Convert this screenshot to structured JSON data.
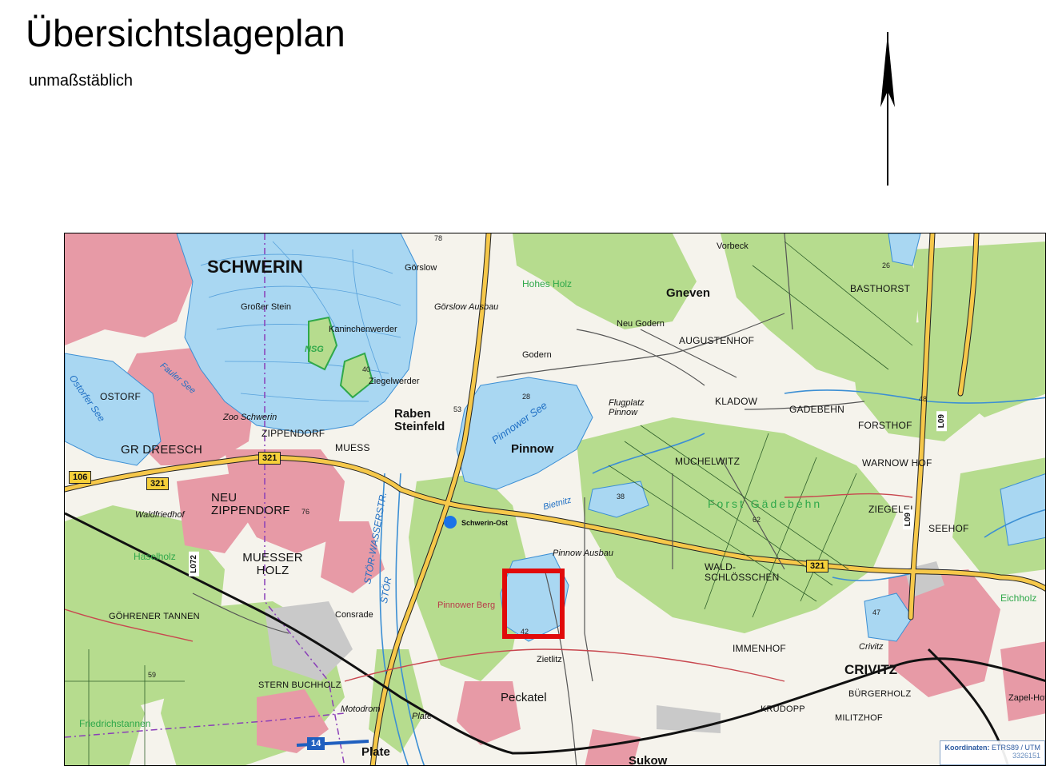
{
  "header": {
    "title": "Übersichtslageplan",
    "subtitle": "unmaßstäblich"
  },
  "north_arrow": {
    "icon": "north-arrow-icon"
  },
  "map": {
    "colors": {
      "water": "#a9d7f2",
      "forest": "#b6dc8e",
      "urban": "#e79aa6",
      "highlight": "#e10a0a",
      "marker": "#1a73e8"
    },
    "places": {
      "schwerin": "SCHWERIN",
      "goerslow": "Görslow",
      "goerslow_ausbau": "Görslow Ausbau",
      "gneven": "Gneven",
      "vorbeck": "Vorbeck",
      "basthorst": "BASTHORST",
      "neu_godern": "Neu Godern",
      "augustenhof": "AUGUSTENHOF",
      "godern": "Godern",
      "kladow": "KLADOW",
      "gadebehn": "GADEBEHN",
      "forsthof": "FORSTHOF",
      "ostorf": "OSTORF",
      "zippendorf": "ZIPPENDORF",
      "muess": "MUESS",
      "raben_steinfeld": "Raben Steinfeld",
      "pinnow": "Pinnow",
      "muchelwitz": "MUCHELWITZ",
      "warnow_hof": "WARNOW HOF",
      "gr_dreesch": "GR DREESCH",
      "neu_zippendorf": "NEU ZIPPENDORF",
      "schwerin_ost": "Schwerin-Ost",
      "ziegelei": "ZIEGELEI",
      "seehof": "SEEHOF",
      "muesser_holz": "MUESSER HOLZ",
      "pinnow_ausbau": "Pinnow Ausbau",
      "wald_schloesschen": "WALD-SCHLÖSSCHEN",
      "goehrener_tannen": "GÖHRENER TANNEN",
      "consrade": "Consrade",
      "pinnower_berg": "Pinnower Berg",
      "immenhof": "IMMENHOF",
      "crivitz": "CRIVITZ",
      "crivitz_small": "Crivitz",
      "zietlitz": "Zietlitz",
      "stern_buchholz": "STERN BUCHHOLZ",
      "peckatel": "Peckatel",
      "buergerholz": "BÜRGERHOLZ",
      "zapel_hof": "Zapel-Hof",
      "motodrom": "Motodrom",
      "plate_small": "Plate",
      "krudopp": "KRUDOPP",
      "militzhof": "MILITZHOF",
      "plate": "Plate",
      "sukow": "Sukow",
      "waldfriedhof": "Waldfriedhof",
      "zoo": "Zoo Schwerin",
      "grosser_stein": "Großer Stein",
      "kaninchenwerder": "Kaninchenwerder",
      "ziegelwerder": "Ziegelwerder",
      "flugplatz_pinnow": "Flugplatz Pinnow"
    },
    "waters": {
      "pinnower_see": "Pinnower See",
      "ostorfer_see": "Ostorfer See",
      "fauler_see": "Fauler See",
      "stoer_wasserstr": "STÖR-WASSERSTR.",
      "stoer": "STÖR",
      "barniner": "Bietnitz"
    },
    "forests": {
      "hohes_holz": "Hohes Holz",
      "forst_gadebehn": "Forst Gädebehn",
      "haselholz": "Haselholz",
      "friedrichstannen": "Friedrichstannen",
      "eichholz": "Eichholz",
      "nsg": "NSG"
    },
    "roads": {
      "b321_a": "321",
      "b321_b": "321",
      "b321_c": "321",
      "b106": "106",
      "a14": "14",
      "l09_a": "L09",
      "l09_b": "L09",
      "l072": "L072"
    },
    "spot_heights": {
      "h78": "78",
      "h53": "53",
      "h40": "40",
      "h28": "28",
      "h38": "38",
      "h62": "62",
      "h42": "42",
      "h76": "76",
      "h59": "59",
      "h26": "26",
      "h48": "48",
      "h47": "47"
    },
    "coordinates": {
      "label": "Koordinaten:",
      "system": "ETRS89 / UTM",
      "value": "3326151"
    }
  }
}
